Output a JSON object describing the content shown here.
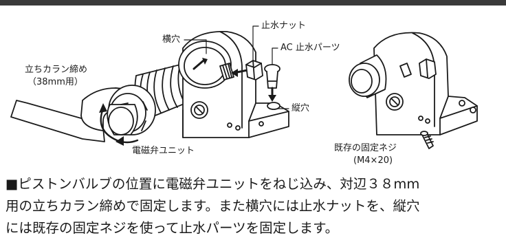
{
  "labels": {
    "tatechi_line1": "立ちカラン締め",
    "tatechi_line2": "（38mm用）",
    "yokoana": "横穴",
    "shisui_nut": "止水ナット",
    "ac_parts": "AC 止水パーツ",
    "tateana": "縦穴",
    "solenoid_unit": "電磁弁ユニット",
    "kison_screw_line1": "既存の固定ネジ",
    "kison_screw_line2": "(M4×20)"
  },
  "caption": {
    "line1": "■ピストンバルブの位置に電磁弁ユニットをねじ込み、対辺３８mm",
    "line2": "用の立ちカラン締めで固定します。また横穴には止水ナットを、縦穴",
    "line3": "には既存の固定ネジを使って止水パーツを固定します。"
  }
}
